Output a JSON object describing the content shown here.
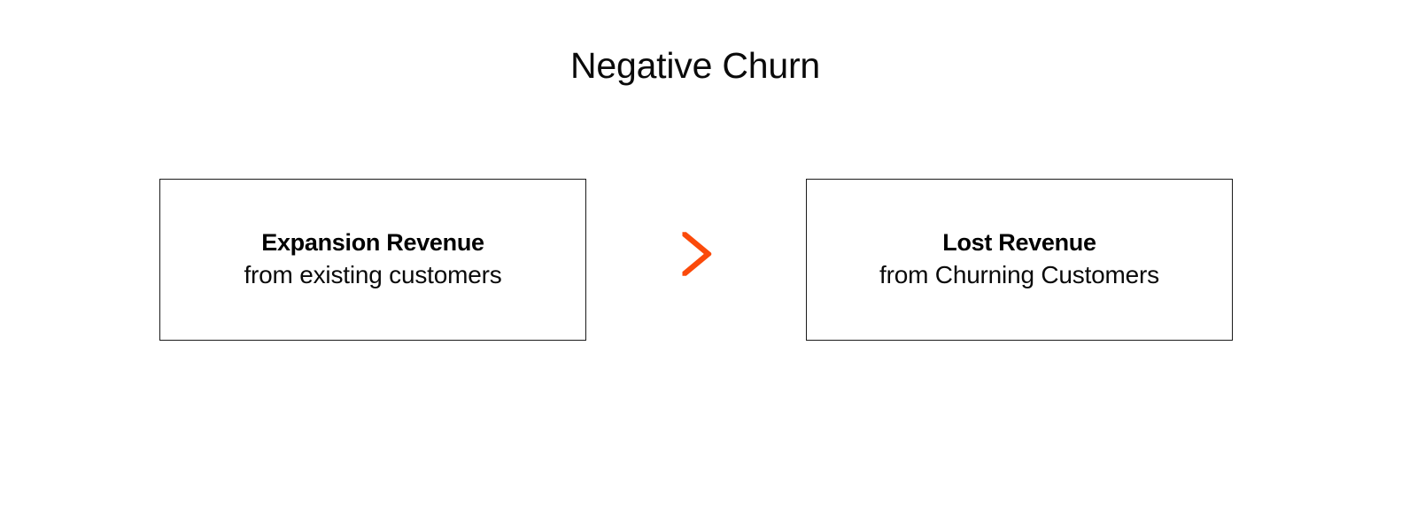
{
  "page": {
    "background_color": "#ffffff",
    "title": "Negative Churn"
  },
  "diagram": {
    "type": "flow",
    "accent_color": "#fb4a0a",
    "border_color": "#1a1a1a",
    "text_color": "#0a0a0a",
    "connector": {
      "icon": "chevron-right-icon",
      "color": "#fb4a0a"
    },
    "boxes": [
      {
        "id": "expansion-revenue",
        "heading": "Expansion Revenue",
        "subtext": "from existing customers"
      },
      {
        "id": "lost-revenue",
        "heading": "Lost Revenue",
        "subtext": "from Churning Customers"
      }
    ]
  }
}
